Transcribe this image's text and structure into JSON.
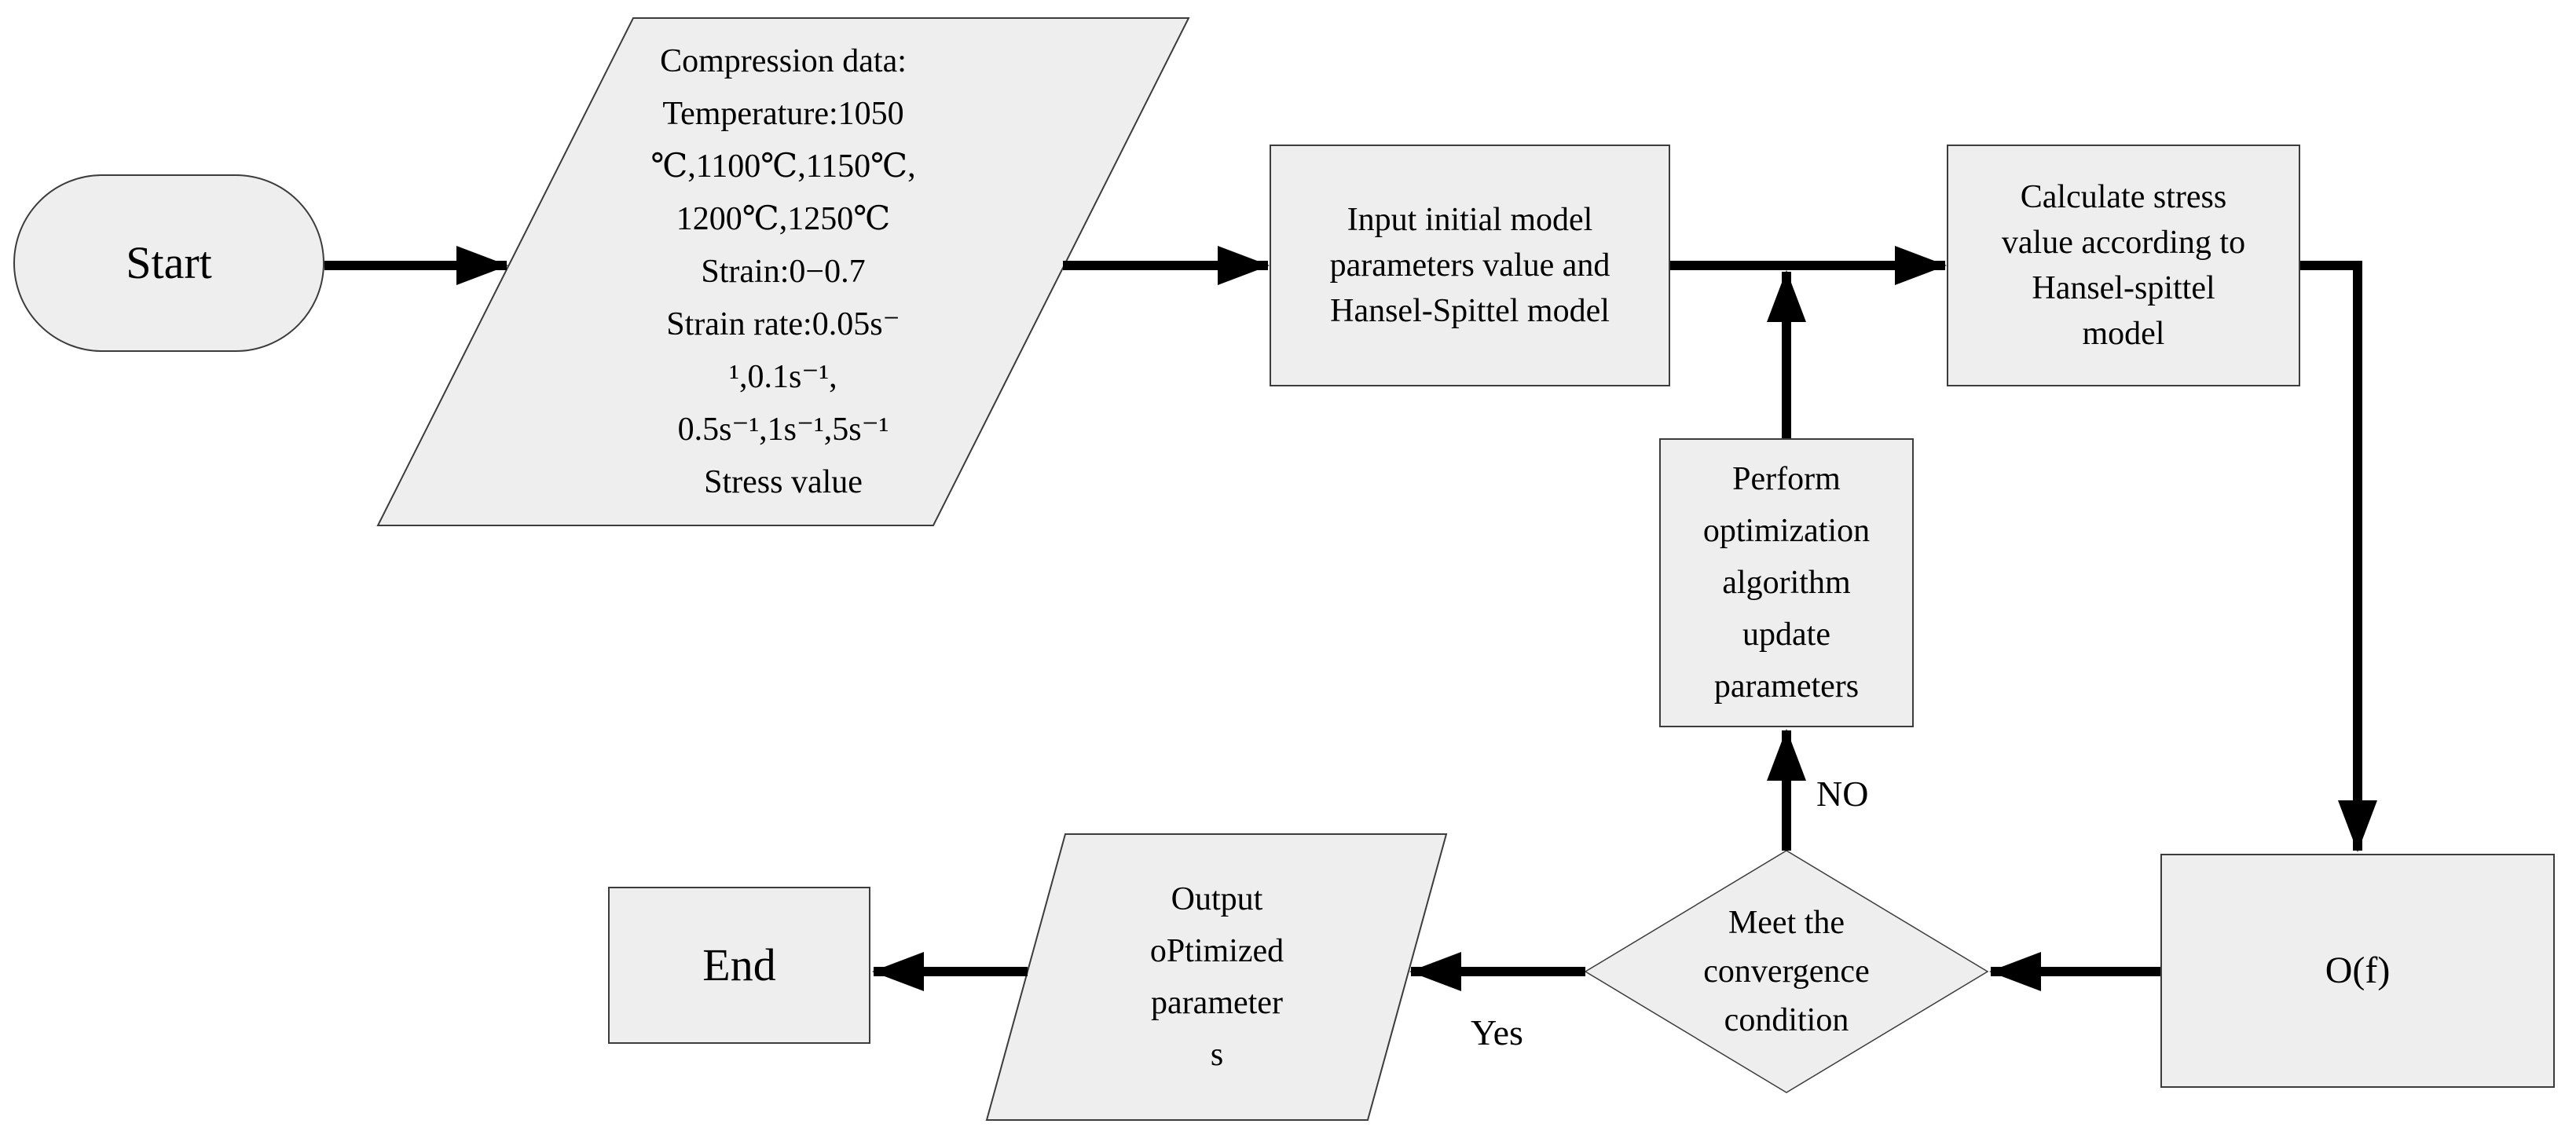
{
  "colors": {
    "background": "#ffffff",
    "node_fill": "#eeeeee",
    "node_border": "#3c3c3c",
    "arrow": "#000000",
    "text": "#000000"
  },
  "nodes": {
    "start": {
      "label": "Start"
    },
    "compression": {
      "lines": [
        "Compression data:",
        "Temperature:1050",
        "℃,1100℃,1150℃,",
        "1200℃,1250℃",
        "Strain:0−0.7",
        "Strain rate:0.05s⁻",
        "¹,0.1s⁻¹,",
        "0.5s⁻¹,1s⁻¹,5s⁻¹",
        "Stress value"
      ]
    },
    "input_model": {
      "lines": [
        "Input initial model",
        "parameters value and",
        "Hansel-Spittel model"
      ]
    },
    "calc_stress": {
      "lines": [
        "Calculate stress",
        "value according to",
        "Hansel-spittel",
        "model"
      ]
    },
    "perform_opt": {
      "lines": [
        "Perform",
        "optimization",
        "algorithm",
        "update",
        "parameters"
      ]
    },
    "decision": {
      "lines": [
        "Meet the",
        "convergence",
        "condition"
      ]
    },
    "objective": {
      "label": "O(f)"
    },
    "output_params": {
      "lines": [
        "Output",
        "oPtimized",
        "parameter",
        "s"
      ]
    },
    "end": {
      "label": "End"
    }
  },
  "edge_labels": {
    "no": "NO",
    "yes": "Yes"
  }
}
